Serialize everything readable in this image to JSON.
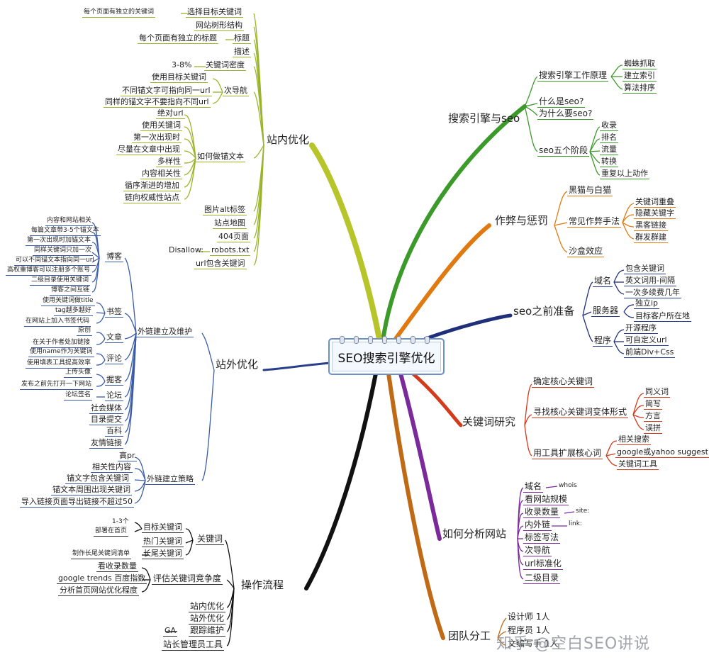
{
  "center": "SEO搜索引擎优化",
  "watermark": "知乎 @空白SEO讲说",
  "colors": {
    "green": "#3c9a2a",
    "orange": "#e07a10",
    "navy": "#1f2f7a",
    "red": "#d23b1c",
    "purple": "#7a2a9a",
    "brown": "#c06a16",
    "olive": "#b7c52a",
    "blue": "#3a5ba8",
    "black": "#111111",
    "gold": "#c8a62a"
  },
  "branches": {
    "search_engine": {
      "label": "搜索引擎与seo",
      "principle": "搜索引擎工作原理",
      "principle_items": [
        "蜘蛛抓取",
        "建立索引",
        "算法排序"
      ],
      "what": "什么是seo?",
      "why": "为什么要seo?",
      "stages": "seo五个阶段",
      "stage_items": [
        "收录",
        "排名",
        "流量",
        "转换",
        "重复以上动作"
      ]
    },
    "cheating": {
      "label": "作弊与惩罚",
      "black_white": "黑猫与白猫",
      "methods": "常见作弊手法",
      "method_items": [
        "关键词重叠",
        "隐藏关键字",
        "黑客链接",
        "群发群建"
      ],
      "sandbox": "沙盒效应"
    },
    "prep": {
      "label": "seo之前准备",
      "domain": "域名",
      "domain_items": [
        "包含关键词",
        "英文词用-间隔",
        "一次多续费几年"
      ],
      "server": "服务器",
      "server_items": [
        "独立ip",
        "目标客户所在地"
      ],
      "program": "程序",
      "program_items": [
        "开源程序",
        "可自定义url",
        "前端Div+Css"
      ]
    },
    "keywords": {
      "label": "关键词研究",
      "core": "确定核心关键词",
      "variants": "寻找核心关键词变体形式",
      "variant_items": [
        "同义词",
        "简写",
        "方言",
        "误拼"
      ],
      "tools": "用工具扩展核心词",
      "tool_items": [
        "相关搜索",
        "google或yahoo suggest",
        "关键词工具"
      ]
    },
    "analysis": {
      "label": "如何分析网站",
      "items": [
        "域名",
        "看网站规模",
        "收录数量",
        "内外链",
        "标签写法",
        "次导航",
        "url标准化",
        "二级目录"
      ],
      "whois": "whois",
      "site": "site:",
      "link": "link:"
    },
    "team": {
      "label": "团队分工",
      "items": [
        "设计师 1人",
        "程序员 1人",
        "文编写手 1人"
      ]
    },
    "process": {
      "label": "操作流程",
      "kw": "关键词",
      "target_kw": "目标关键词",
      "target_notes": [
        "1-3个",
        "部署在首页"
      ],
      "hot_kw": "热门关键词",
      "long_kw": "长尾关键词",
      "long_note": "制作长尾关键词清单",
      "compete": "评估关键词竞争度",
      "compete_items": [
        "看收录数量",
        "google trends 百度指数",
        "分析首页网站优化程度"
      ],
      "onsite": "站内优化",
      "offsite": "站外优化",
      "track": "跟踪维护",
      "ga": "GA",
      "webmaster": "站长管理员工具"
    },
    "onpage": {
      "label": "站内优化",
      "select_kw": "选择目标关键词",
      "select_note": "每个页面有独立的关键词",
      "tree": "网站树形结构",
      "title": "标题",
      "title_note": "每个页面有独立的标题",
      "desc": "描述",
      "density": "关键词密度",
      "density_note": "3-8%",
      "subnav": "次导航",
      "subnav_items": [
        "使用目标关键词",
        "不同锚文字可指向同一url",
        "同样的锚文字不要指向不同url"
      ],
      "anchor": "如何做锚文本",
      "anchor_items": [
        "绝对url",
        "使用关键词",
        "第一次出现时",
        "尽量在文章中出现",
        "多样性",
        "内容相关性",
        "循序渐进的增加",
        "链向权威性站点"
      ],
      "alt": "图片alt标签",
      "sitemap": "站点地图",
      "p404": "404页面",
      "robots": "robots.txt",
      "disallow": "Disallow:",
      "url_kw": "url包含关键词"
    },
    "offpage": {
      "label": "站外优化",
      "build": "外链建立及维护",
      "blog": "博客",
      "blog_items": [
        "内容和网站相关",
        "每篇文章带3-5个锚文本",
        "第一次出现时加锚文本",
        "同样关键词只加一次",
        "可以不同锚文本指向同一url",
        "高权重博客可以注册多个账号",
        "二级目录使用关键词",
        "博客之间互链"
      ],
      "bookmark": "书签",
      "bookmark_items": [
        "使用关键词做title",
        "tag越多越好",
        "在网站上加入书签代码"
      ],
      "article": "文章",
      "article_items": [
        "原创",
        "在关于作者处加链接"
      ],
      "comment": "评论",
      "comment_items": [
        "使用name作为关键词",
        "使用填表工具提高效率"
      ],
      "digg": "掘客",
      "digg_items": [
        "上传头像",
        "发布之前先打开一下网站"
      ],
      "forum": "论坛",
      "forum_items": [
        "论坛签名"
      ],
      "social": "社会媒体",
      "directory": "目录提交",
      "wiki": "百科",
      "friend": "友情链接",
      "strategy": "外链建立策略",
      "strategy_items": [
        "高pr",
        "相关性内容",
        "锚文字包含关键词",
        "锚文本周围出现关键词",
        "导入链接页面导出链接不超过50"
      ]
    }
  }
}
